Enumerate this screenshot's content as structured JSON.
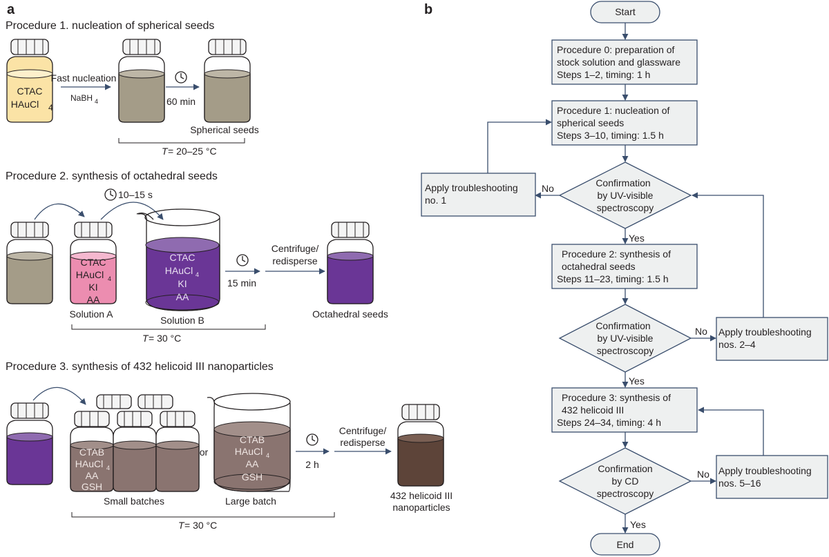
{
  "panel_a": {
    "letter": "a",
    "procedure1": {
      "title": "Procedure 1. nucleation of spherical seeds",
      "vial_label_1": "CTAC",
      "vial_label_2": "HAuCl",
      "vial_label_2_sub": "4",
      "arrow_top": "Fast nucleation",
      "arrow_bottom": "NaBH",
      "arrow_bottom_sub": "4",
      "time": "60 min",
      "product": "Spherical seeds",
      "temperature_var": "T",
      "temperature_value": " = 20–25 °C"
    },
    "procedure2": {
      "title": "Procedure 2. synthesis of octahedral seeds",
      "time_transfer": "10–15 s",
      "solution_a_labels": [
        "CTAC",
        "HAuCl",
        "KI",
        "AA"
      ],
      "solution_a_sub": "4",
      "solution_a_name": "Solution A",
      "solution_b_labels": [
        "CTAC",
        "HAuCl",
        "KI",
        "AA"
      ],
      "solution_b_sub": "4",
      "solution_b_name": "Solution B",
      "time": "15 min",
      "process_line1": "Centrifuge/",
      "process_line2": "redisperse",
      "product": "Octahedral seeds",
      "temperature_var": "T",
      "temperature_value": " = 30 °C"
    },
    "procedure3": {
      "title": "Procedure 3. synthesis of 432 helicoid III nanoparticles",
      "small_labels": [
        "CTAB",
        "HAuCl",
        "AA",
        "GSH"
      ],
      "small_sub": "4",
      "or": "or",
      "large_labels": [
        "CTAB",
        "HAuCl",
        "AA",
        "GSH"
      ],
      "large_sub": "4",
      "small_name": "Small batches",
      "large_name": "Large batch",
      "time": "2 h",
      "process_line1": "Centrifuge/",
      "process_line2": "redisperse",
      "product_line1": "432 helicoid III",
      "product_line2": "nanoparticles",
      "temperature_var": "T",
      "temperature_value": " = 30 °C"
    }
  },
  "panel_b": {
    "letter": "b",
    "start": "Start",
    "end": "End",
    "proc0": [
      "Procedure 0: preparation of",
      "stock solution and glassware",
      "Steps 1–2, timing: 1 h"
    ],
    "proc1": [
      "Procedure 1: nucleation of",
      "spherical seeds",
      "Steps 3–10, timing: 1.5 h"
    ],
    "proc2": [
      "Procedure 2: synthesis of",
      "octahedral seeds",
      "Steps 11–23, timing: 1.5 h"
    ],
    "proc3": [
      "Procedure 3: synthesis of",
      "432 helicoid III",
      "Steps 24–34, timing: 4 h"
    ],
    "decision1": [
      "Confirmation",
      "by UV-visible",
      "spectroscopy"
    ],
    "decision2": [
      "Confirmation",
      "by UV-visible",
      "spectroscopy"
    ],
    "decision3": [
      "Confirmation",
      "by CD",
      "spectroscopy"
    ],
    "trouble1": [
      "Apply troubleshooting",
      "no. 1"
    ],
    "trouble2": [
      "Apply troubleshooting",
      "nos. 2–4"
    ],
    "trouble3": [
      "Apply troubleshooting",
      "nos. 5–16"
    ],
    "yes": "Yes",
    "no": "No"
  },
  "colors": {
    "yellow": "#fbe3a6",
    "brown": "#a49c88",
    "pink": "#ec8db0",
    "purple": "#6a3696",
    "mauve": "#8a7470",
    "dark_brown": "#5d4439",
    "flow_box": "#eef0f0",
    "flow_line": "#3a4e6d"
  }
}
